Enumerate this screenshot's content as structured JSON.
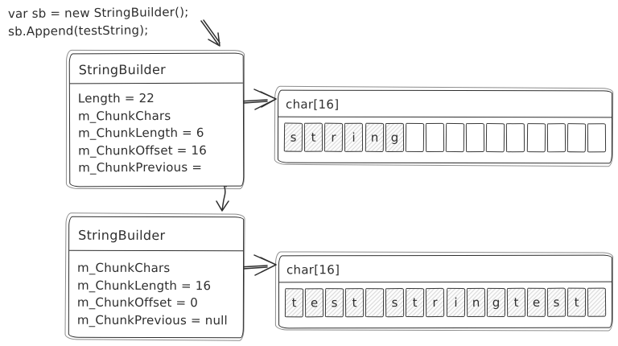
{
  "colors": {
    "ink": "#2e2e2e",
    "hatch": "#d9d9d9",
    "paper": "#ffffff"
  },
  "code": {
    "line1": "var sb = new StringBuilder();",
    "line2": "sb.Append(testString);"
  },
  "builder1": {
    "title": "StringBuilder",
    "fields": [
      "Length = 22",
      "m_ChunkChars",
      "m_ChunkLength = 6",
      "m_ChunkOffset = 16",
      "m_ChunkPrevious ="
    ]
  },
  "array1": {
    "title": "char[16]",
    "cells": [
      {
        "c": "s",
        "filled": true
      },
      {
        "c": "t",
        "filled": true
      },
      {
        "c": "r",
        "filled": true
      },
      {
        "c": "i",
        "filled": true
      },
      {
        "c": "n",
        "filled": true
      },
      {
        "c": "g",
        "filled": true
      },
      {
        "c": "",
        "filled": false
      },
      {
        "c": "",
        "filled": false
      },
      {
        "c": "",
        "filled": false
      },
      {
        "c": "",
        "filled": false
      },
      {
        "c": "",
        "filled": false
      },
      {
        "c": "",
        "filled": false
      },
      {
        "c": "",
        "filled": false
      },
      {
        "c": "",
        "filled": false
      },
      {
        "c": "",
        "filled": false
      },
      {
        "c": "",
        "filled": false
      }
    ]
  },
  "builder2": {
    "title": "StringBuilder",
    "fields": [
      "m_ChunkChars",
      "m_ChunkLength = 16",
      "m_ChunkOffset = 0",
      "m_ChunkPrevious = null"
    ]
  },
  "array2": {
    "title": "char[16]",
    "cells": [
      {
        "c": "t",
        "filled": true
      },
      {
        "c": "e",
        "filled": true
      },
      {
        "c": "s",
        "filled": true
      },
      {
        "c": "t",
        "filled": true
      },
      {
        "c": "",
        "filled": true
      },
      {
        "c": "s",
        "filled": true
      },
      {
        "c": "t",
        "filled": true
      },
      {
        "c": "r",
        "filled": true
      },
      {
        "c": "i",
        "filled": true
      },
      {
        "c": "n",
        "filled": true
      },
      {
        "c": "g",
        "filled": true
      },
      {
        "c": "t",
        "filled": true
      },
      {
        "c": "e",
        "filled": true
      },
      {
        "c": "s",
        "filled": true
      },
      {
        "c": "t",
        "filled": true
      },
      {
        "c": "",
        "filled": true
      }
    ]
  }
}
